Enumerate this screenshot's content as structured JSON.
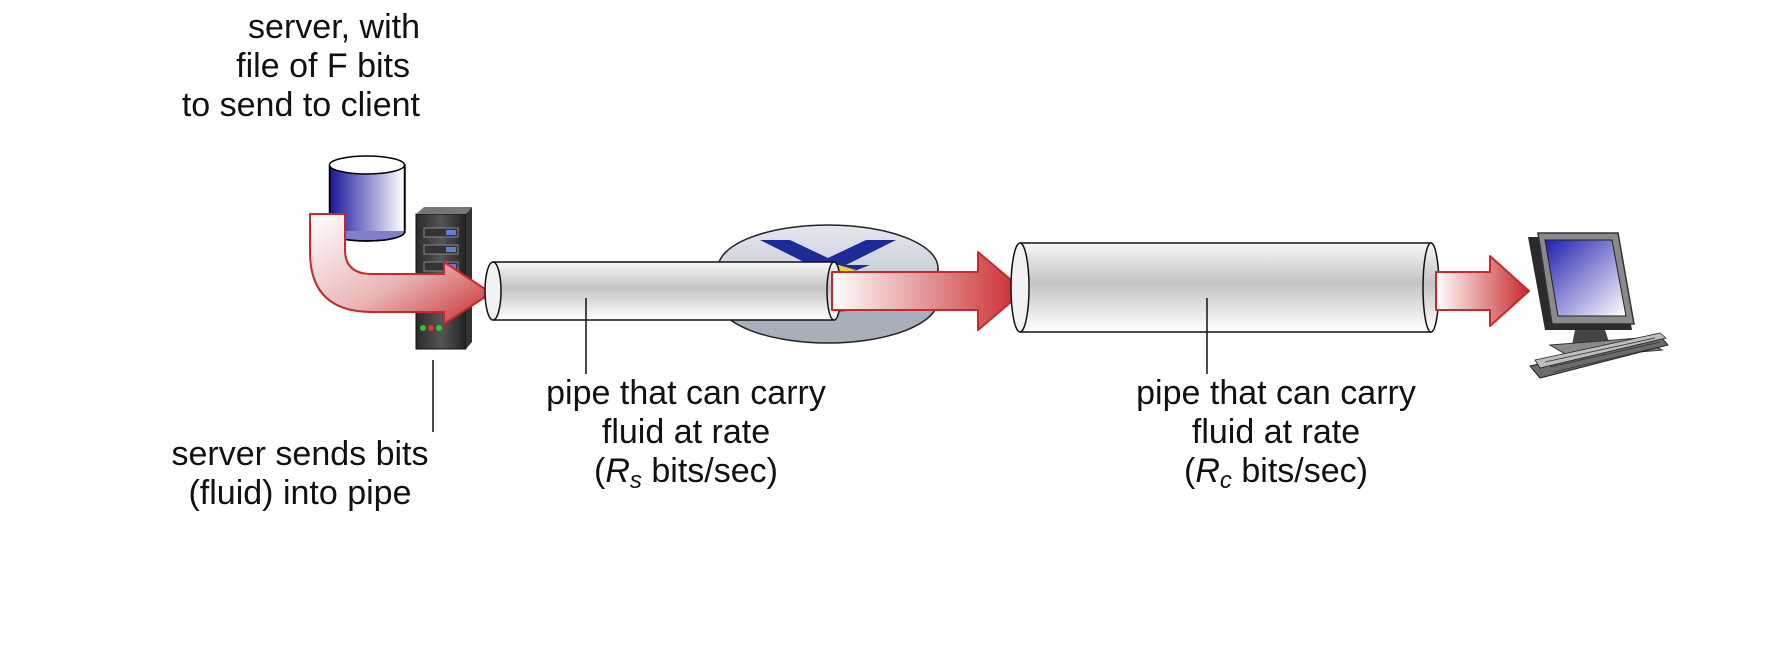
{
  "server_caption": {
    "line1": "server, with",
    "line2": "file of F bits",
    "line3": "to send to client"
  },
  "server_sends_caption": {
    "line1": "server sends bits",
    "line2": "(fluid) into pipe"
  },
  "pipe_server": {
    "line1": "pipe that can carry",
    "line2": "fluid at rate",
    "open_paren": "(",
    "rate_symbol": "R",
    "rate_subscript": "s",
    "rate_unit": " bits/sec)"
  },
  "pipe_client": {
    "line1": "pipe that can carry",
    "line2": "fluid at rate",
    "open_paren": "(",
    "rate_symbol": "R",
    "rate_subscript": "c",
    "rate_unit": " bits/sec)"
  },
  "colors": {
    "arrow_red": "#c8282b",
    "database_blue": "#1c1c9c",
    "router_grey": "#cfd3dc",
    "router_arrows_blue": "#1c2a9a",
    "router_arrows_yellow": "#f0d22a"
  }
}
